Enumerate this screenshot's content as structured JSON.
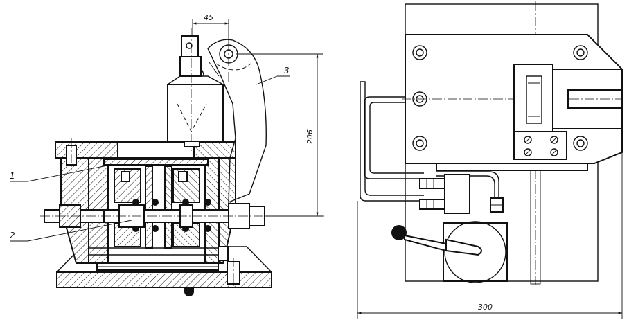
{
  "drawing": {
    "left_view": {
      "dimension_top": "45",
      "dimension_height": "206",
      "callouts": {
        "part_1": "1",
        "part_2": "2",
        "part_3": "3"
      }
    },
    "right_view": {
      "dimension_width": "300"
    }
  }
}
